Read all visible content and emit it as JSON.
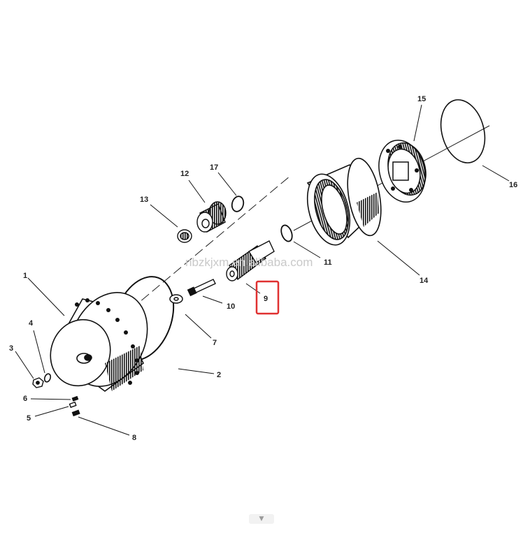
{
  "watermark": "nbzkjxm.en.alibaba.com",
  "highlight_color": "#e03131",
  "scroll_icon": "chevron-down-icon",
  "parts": [
    {
      "id": "p1",
      "number": "1"
    },
    {
      "id": "p2",
      "number": "2"
    },
    {
      "id": "p3",
      "number": "3"
    },
    {
      "id": "p4",
      "number": "4"
    },
    {
      "id": "p5",
      "number": "5"
    },
    {
      "id": "p6",
      "number": "6"
    },
    {
      "id": "p7",
      "number": "7"
    },
    {
      "id": "p8",
      "number": "8"
    },
    {
      "id": "p9",
      "number": "9",
      "highlighted": true
    },
    {
      "id": "p10",
      "number": "10"
    },
    {
      "id": "p11",
      "number": "11"
    },
    {
      "id": "p12",
      "number": "12"
    },
    {
      "id": "p13",
      "number": "13"
    },
    {
      "id": "p14",
      "number": "14"
    },
    {
      "id": "p15",
      "number": "15"
    },
    {
      "id": "p16",
      "number": "16"
    },
    {
      "id": "p17",
      "number": "17"
    }
  ]
}
